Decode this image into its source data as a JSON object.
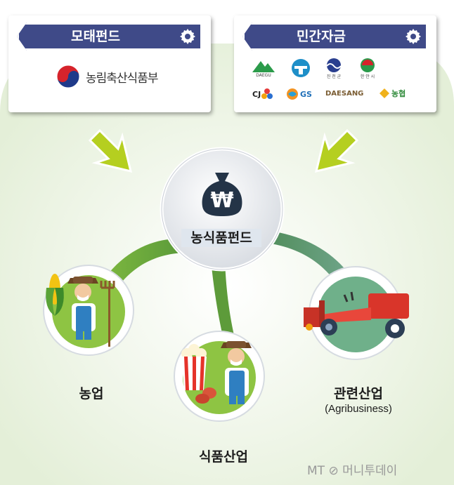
{
  "left_card": {
    "title": "모태펀드",
    "ministry": "농림축산식품부"
  },
  "right_card": {
    "title": "민간자금",
    "logos": [
      {
        "name": "daegu-logo",
        "text": "DAEGU"
      },
      {
        "name": "jeonbuk-logo",
        "text": ""
      },
      {
        "name": "jincheon-logo",
        "text": "진 천 군"
      },
      {
        "name": "hamyang-logo",
        "text": "한 안 시"
      },
      {
        "name": "cj-logo",
        "text": "CJ"
      },
      {
        "name": "gs-logo",
        "text": "GS"
      },
      {
        "name": "daesang-logo",
        "text": "DAESANG"
      },
      {
        "name": "nh-logo",
        "text": "농협"
      }
    ]
  },
  "center": {
    "label": "농식품펀드",
    "symbol": "₩"
  },
  "nodes": {
    "agriculture": "농업",
    "food_industry": "식품산업",
    "related_industry": "관련산업",
    "related_industry_en": "(Agribusiness)"
  },
  "watermark": "MT ⊘ 머니투데이",
  "colors": {
    "navy": "#3f4a88",
    "arrow": "#b5cf20",
    "branch": "#6fad44",
    "bg_green": "#eaf2e0"
  }
}
